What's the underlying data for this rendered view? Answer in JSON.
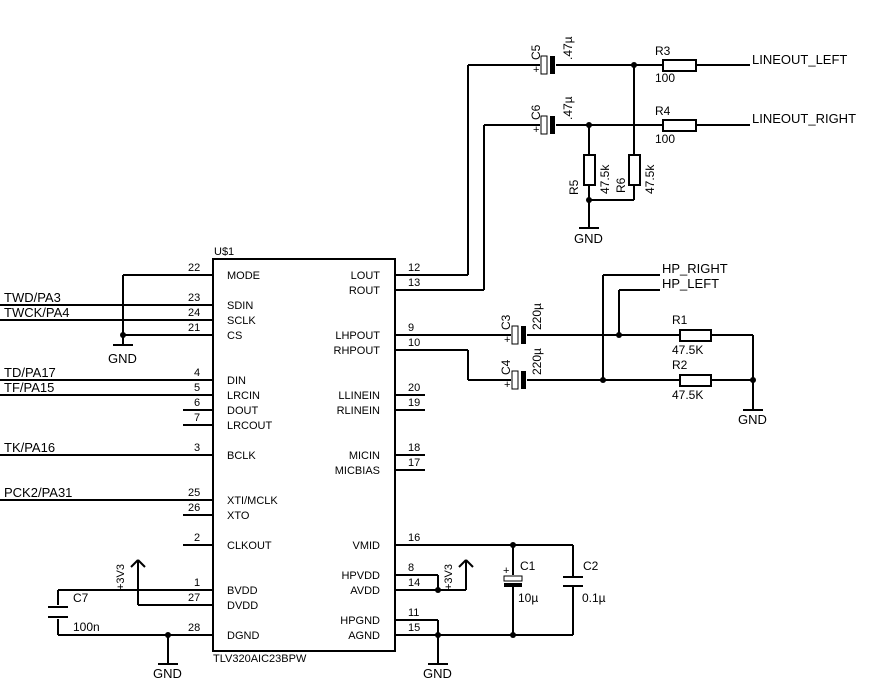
{
  "chip": {
    "ref": "U$1",
    "part": "TLV320AIC23BPW",
    "left_pins": [
      {
        "num": "22",
        "name": "MODE"
      },
      {
        "num": "23",
        "name": "SDIN"
      },
      {
        "num": "24",
        "name": "SCLK"
      },
      {
        "num": "21",
        "name": "CS"
      },
      {
        "num": "4",
        "name": "DIN"
      },
      {
        "num": "5",
        "name": "LRCIN"
      },
      {
        "num": "6",
        "name": "DOUT"
      },
      {
        "num": "7",
        "name": "LRCOUT"
      },
      {
        "num": "3",
        "name": "BCLK"
      },
      {
        "num": "25",
        "name": "XTI/MCLK"
      },
      {
        "num": "26",
        "name": "XTO"
      },
      {
        "num": "2",
        "name": "CLKOUT"
      },
      {
        "num": "1",
        "name": "BVDD"
      },
      {
        "num": "27",
        "name": "DVDD"
      },
      {
        "num": "28",
        "name": "DGND"
      }
    ],
    "right_pins": [
      {
        "num": "12",
        "name": "LOUT"
      },
      {
        "num": "13",
        "name": "ROUT"
      },
      {
        "num": "9",
        "name": "LHPOUT"
      },
      {
        "num": "10",
        "name": "RHPOUT"
      },
      {
        "num": "20",
        "name": "LLINEIN"
      },
      {
        "num": "19",
        "name": "RLINEIN"
      },
      {
        "num": "18",
        "name": "MICIN"
      },
      {
        "num": "17",
        "name": "MICBIAS"
      },
      {
        "num": "16",
        "name": "VMID"
      },
      {
        "num": "8",
        "name": "HPVDD"
      },
      {
        "num": "14",
        "name": "AVDD"
      },
      {
        "num": "11",
        "name": "HPGND"
      },
      {
        "num": "15",
        "name": "AGND"
      }
    ]
  },
  "nets": {
    "twd": "TWD/PA3",
    "twck": "TWCK/PA4",
    "td": "TD/PA17",
    "tf": "TF/PA15",
    "tk": "TK/PA16",
    "pck2": "PCK2/PA31",
    "lineout_left": "LINEOUT_LEFT",
    "lineout_right": "LINEOUT_RIGHT",
    "hp_right": "HP_RIGHT",
    "hp_left": "HP_LEFT",
    "gnd": "GND",
    "v33": "+3V3"
  },
  "components": {
    "c1": {
      "ref": "C1",
      "value": "10µ"
    },
    "c2": {
      "ref": "C2",
      "value": "0.1µ"
    },
    "c3": {
      "ref": "C3",
      "value": "220µ"
    },
    "c4": {
      "ref": "C4",
      "value": "220µ"
    },
    "c5": {
      "ref": "C5",
      "value": ".47µ"
    },
    "c6": {
      "ref": "C6",
      "value": ".47µ"
    },
    "c7": {
      "ref": "C7",
      "value": "100n"
    },
    "r1": {
      "ref": "R1",
      "value": "47.5K"
    },
    "r2": {
      "ref": "R2",
      "value": "47.5K"
    },
    "r3": {
      "ref": "R3",
      "value": "100"
    },
    "r4": {
      "ref": "R4",
      "value": "100"
    },
    "r5": {
      "ref": "R5",
      "value": "47.5k"
    },
    "r6": {
      "ref": "R6",
      "value": "47.5k"
    }
  }
}
